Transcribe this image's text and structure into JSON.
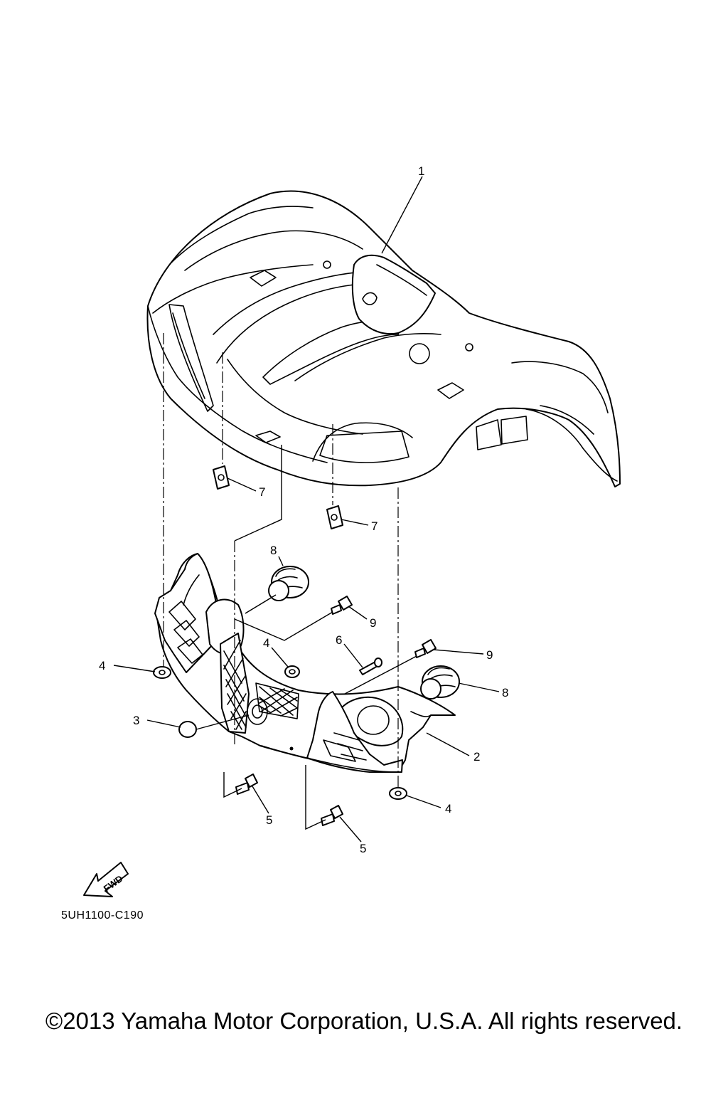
{
  "diagram": {
    "callouts": [
      "1",
      "2",
      "3",
      "4",
      "4",
      "5",
      "5",
      "6",
      "7",
      "7",
      "8",
      "8",
      "9",
      "9"
    ],
    "fwd_label": "FWD",
    "drawing_code": "5UH1100-C190"
  },
  "footer": {
    "copyright": "©2013 Yamaha Motor Corporation, U.S.A. All rights reserved."
  }
}
